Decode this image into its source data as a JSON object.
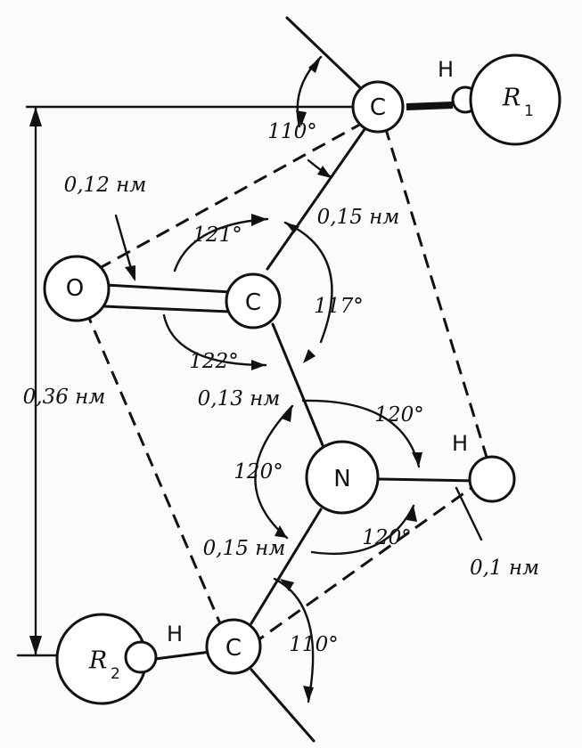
{
  "atoms": {
    "c_top": "C",
    "h_top": "H",
    "r1": "R",
    "r1_sub": "1",
    "o": "O",
    "c_mid": "C",
    "n": "N",
    "h_n": "H",
    "c_bottom": "C",
    "h_bottom": "H",
    "r2": "R",
    "r2_sub": "2"
  },
  "labels": {
    "angle_top": "110°",
    "bond_co": "0,12 нм",
    "angle_121": "121°",
    "bond_cc_top": "0,15 нм",
    "angle_117": "117°",
    "angle_122": "122°",
    "bond_cn": "0,13 нм",
    "distance_on": "0,36 нм",
    "angle_120_top": "120°",
    "angle_120_left": "120°",
    "angle_120_bottom": "120°",
    "bond_nc_bottom": "0,15 нм",
    "bond_nh": "0,1 нм",
    "angle_bottom": "110°"
  }
}
